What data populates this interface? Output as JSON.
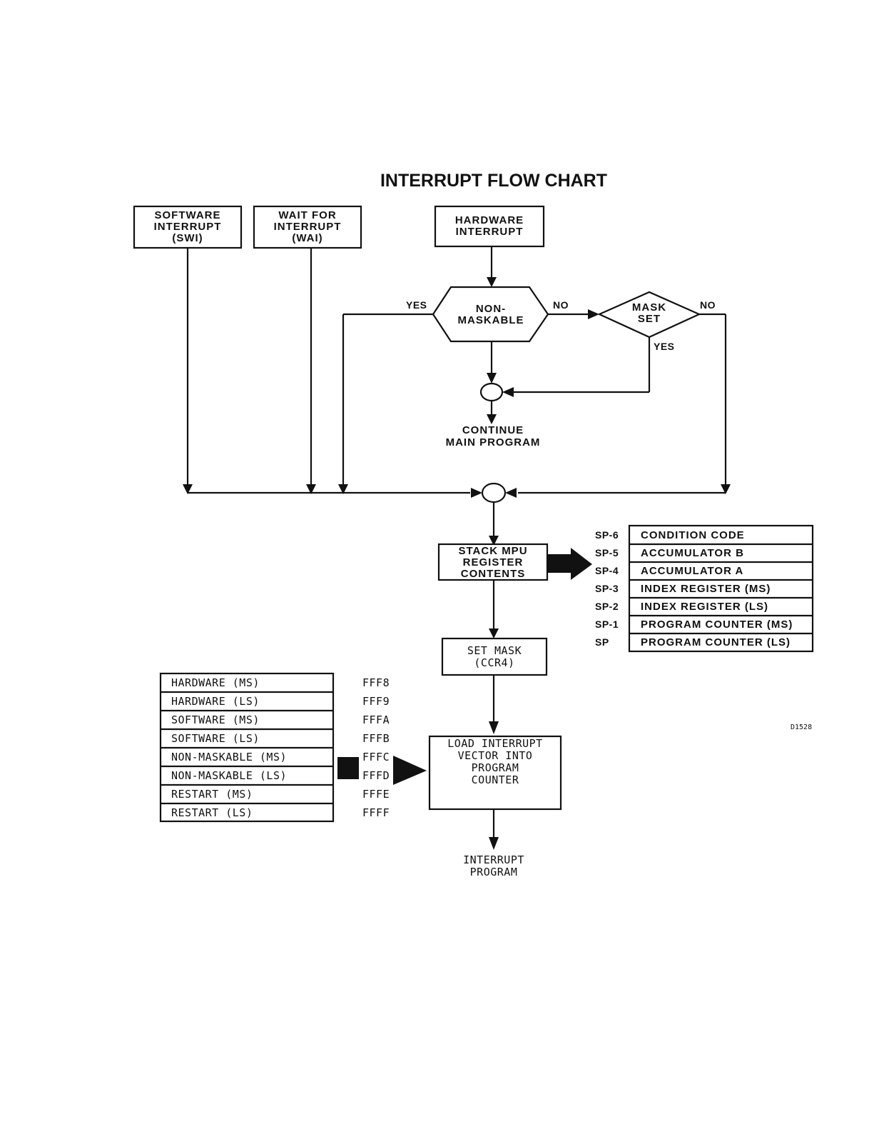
{
  "title": "INTERRUPT FLOW CHART",
  "sources": {
    "swi": [
      "SOFTWARE",
      "INTERRUPT",
      "(SWI)"
    ],
    "wai": [
      "WAIT FOR",
      "INTERRUPT",
      "(WAI)"
    ],
    "hw": [
      "HARDWARE",
      "INTERRUPT"
    ]
  },
  "decisions": {
    "nonmaskable": [
      "NON-",
      "MASKABLE"
    ],
    "mask_set": [
      "MASK",
      "SET"
    ],
    "yes": "YES",
    "no": "NO"
  },
  "continue_main": [
    "CONTINUE",
    "MAIN PROGRAM"
  ],
  "stack_box": [
    "STACK MPU",
    "REGISTER",
    "CONTENTS"
  ],
  "stack_table": [
    {
      "sp": "SP-6",
      "label": "CONDITION CODE"
    },
    {
      "sp": "SP-5",
      "label": "ACCUMULATOR B"
    },
    {
      "sp": "SP-4",
      "label": "ACCUMULATOR A"
    },
    {
      "sp": "SP-3",
      "label": "INDEX REGISTER (MS)"
    },
    {
      "sp": "SP-2",
      "label": "INDEX REGISTER (LS)"
    },
    {
      "sp": "SP-1",
      "label": "PROGRAM COUNTER (MS)"
    },
    {
      "sp": "SP",
      "label": "PROGRAM COUNTER (LS)"
    }
  ],
  "set_mask": [
    "SET MASK",
    "(CCR4)"
  ],
  "vector_table": [
    {
      "label": "HARDWARE (MS)",
      "addr": "FFF8"
    },
    {
      "label": "HARDWARE (LS)",
      "addr": "FFF9"
    },
    {
      "label": "SOFTWARE (MS)",
      "addr": "FFFA"
    },
    {
      "label": "SOFTWARE (LS)",
      "addr": "FFFB"
    },
    {
      "label": "NON-MASKABLE (MS)",
      "addr": "FFFC"
    },
    {
      "label": "NON-MASKABLE (LS)",
      "addr": "FFFD"
    },
    {
      "label": "RESTART (MS)",
      "addr": "FFFE"
    },
    {
      "label": "RESTART (LS)",
      "addr": "FFFF"
    }
  ],
  "load_vector": [
    "LOAD INTERRUPT",
    "VECTOR INTO",
    "PROGRAM",
    "COUNTER"
  ],
  "interrupt_program": [
    "INTERRUPT",
    "PROGRAM"
  ],
  "figure_id": "D1528"
}
